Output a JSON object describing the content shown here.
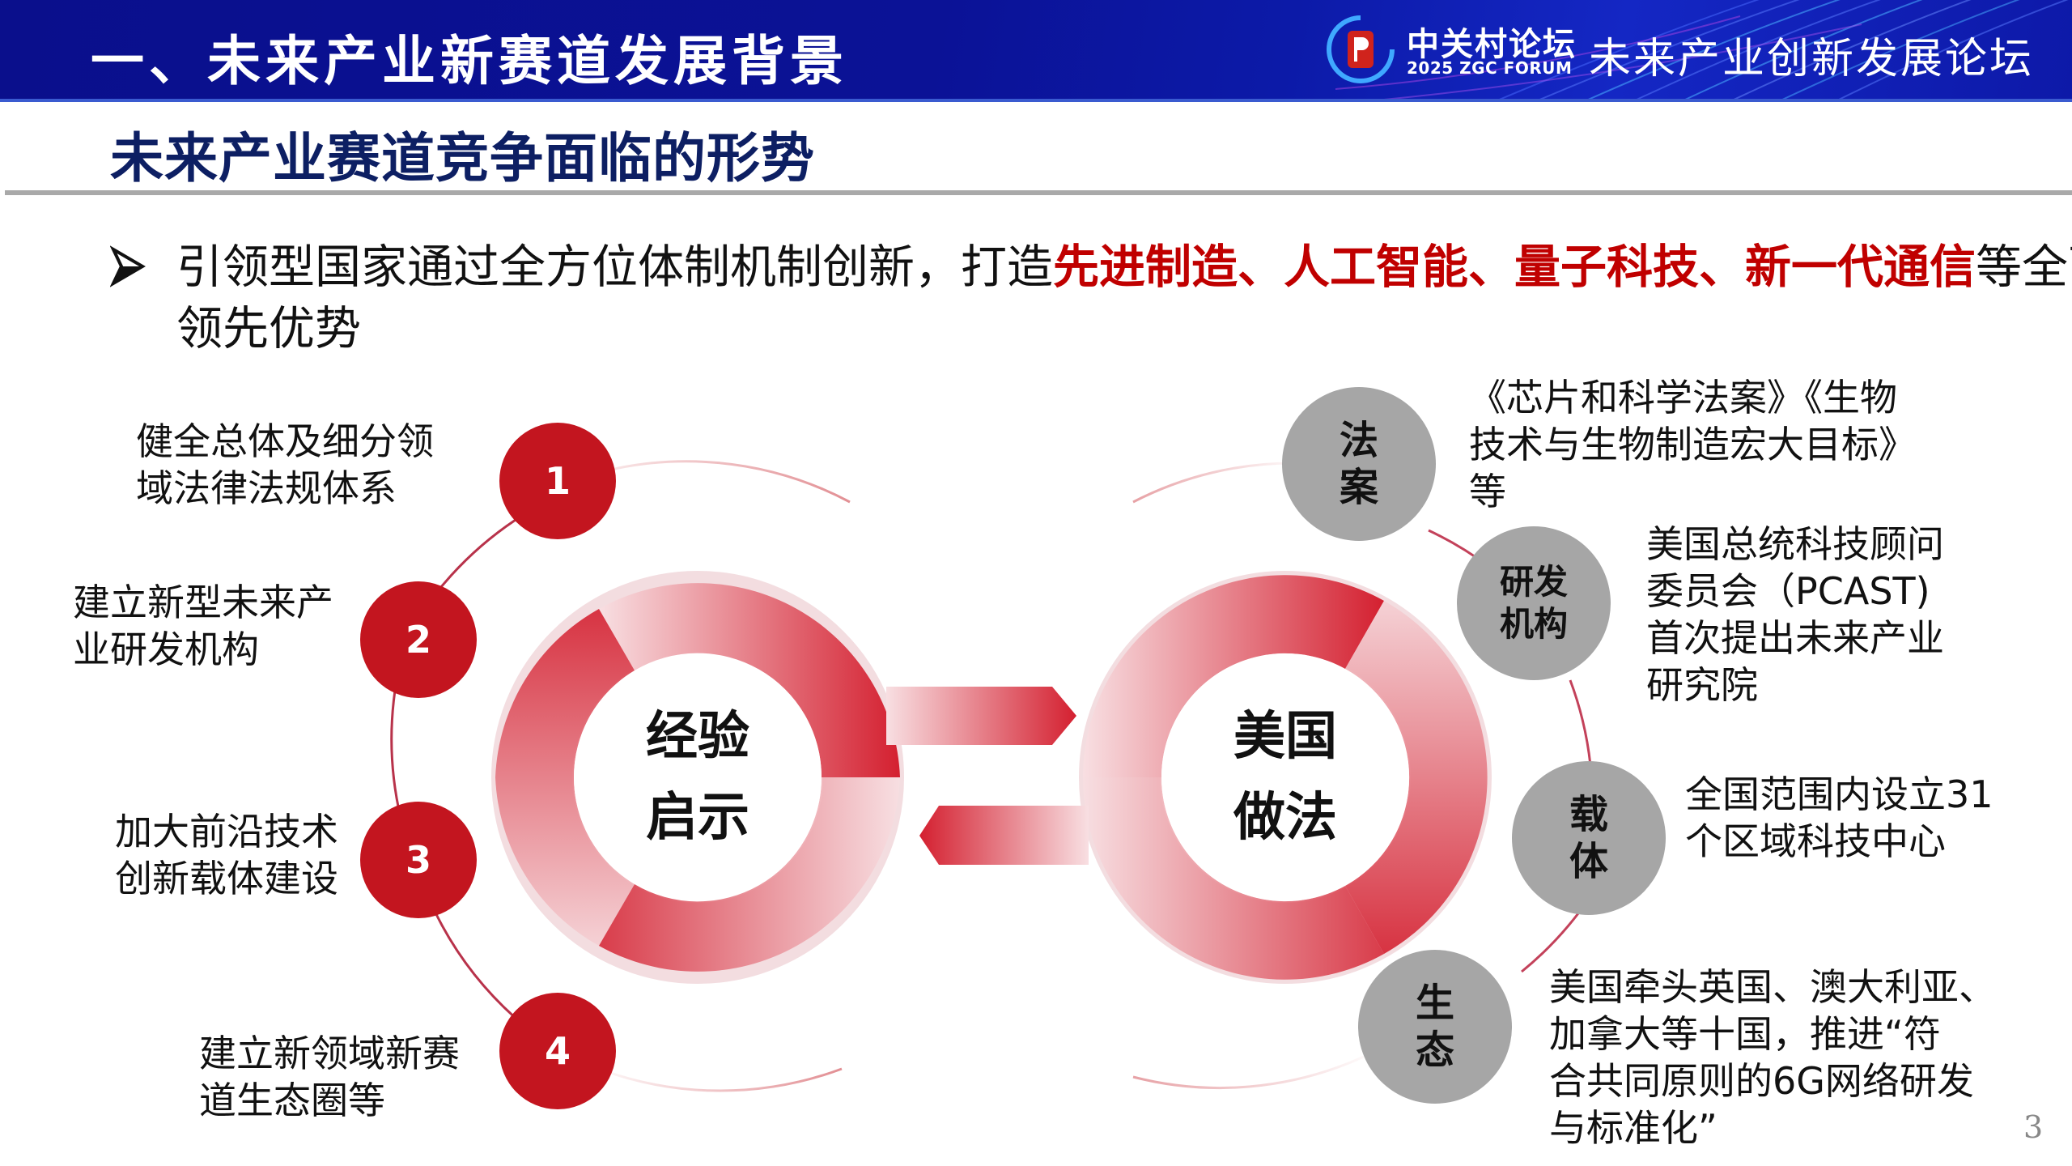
{
  "header": {
    "title": "一、未来产业新赛道发展背景",
    "logo_cn": "中关村论坛",
    "logo_en": "2025 ZGC FORUM",
    "forum_name": "未来产业创新发展论坛",
    "logo_icon": "zgc-forum-logo-icon",
    "colors": {
      "bar": "#0b1296",
      "logo_red": "#d0231c"
    }
  },
  "subtitle": "未来产业赛道竞争面临的形势",
  "bullet": {
    "icon": "arrowhead-bullet-icon",
    "text_before": "引领型国家通过全方位体制机制创新，打造",
    "highlight": "先进制造、人工智能、量子科技、新一代通信",
    "text_after": "等全面领先优势",
    "highlight_color": "#c00000"
  },
  "left": {
    "center_line1": "经验",
    "center_line2": "启示",
    "items": [
      {
        "num": "1",
        "line1": "健全总体及细分领",
        "line2": "域法律法规体系"
      },
      {
        "num": "2",
        "line1": "建立新型未来产",
        "line2": "业研发机构"
      },
      {
        "num": "3",
        "line1": "加大前沿技术",
        "line2": "创新载体建设"
      },
      {
        "num": "4",
        "line1": "建立新领域新赛",
        "line2": "道生态圈等"
      }
    ],
    "circle_color": "#c3151f"
  },
  "right": {
    "center_line1": "美国",
    "center_line2": "做法",
    "items": [
      {
        "tag_line1": "法",
        "tag_line2": "案",
        "lines": [
          "《芯片和科学法案》《生物",
          "技术与生物制造宏大目标》",
          "等"
        ]
      },
      {
        "tag_line1": "研发",
        "tag_line2": "机构",
        "lines": [
          "美国总统科技顾问",
          "委员会（PCAST)",
          "首次提出未来产业",
          "研究院"
        ]
      },
      {
        "tag_line1": "载",
        "tag_line2": "体",
        "lines": [
          "全国范围内设立31",
          "个区域科技中心"
        ]
      },
      {
        "tag_line1": "生",
        "tag_line2": "态",
        "lines": [
          "美国牵头英国、澳大利亚、",
          "加拿大等十国，推进“符",
          "合共同原则的6G网络研发",
          "与标准化”"
        ]
      }
    ],
    "circle_color": "#a6a6a6"
  },
  "arrows": {
    "top": "arrow-right-icon",
    "bottom": "arrow-left-icon"
  },
  "page_number": "3"
}
